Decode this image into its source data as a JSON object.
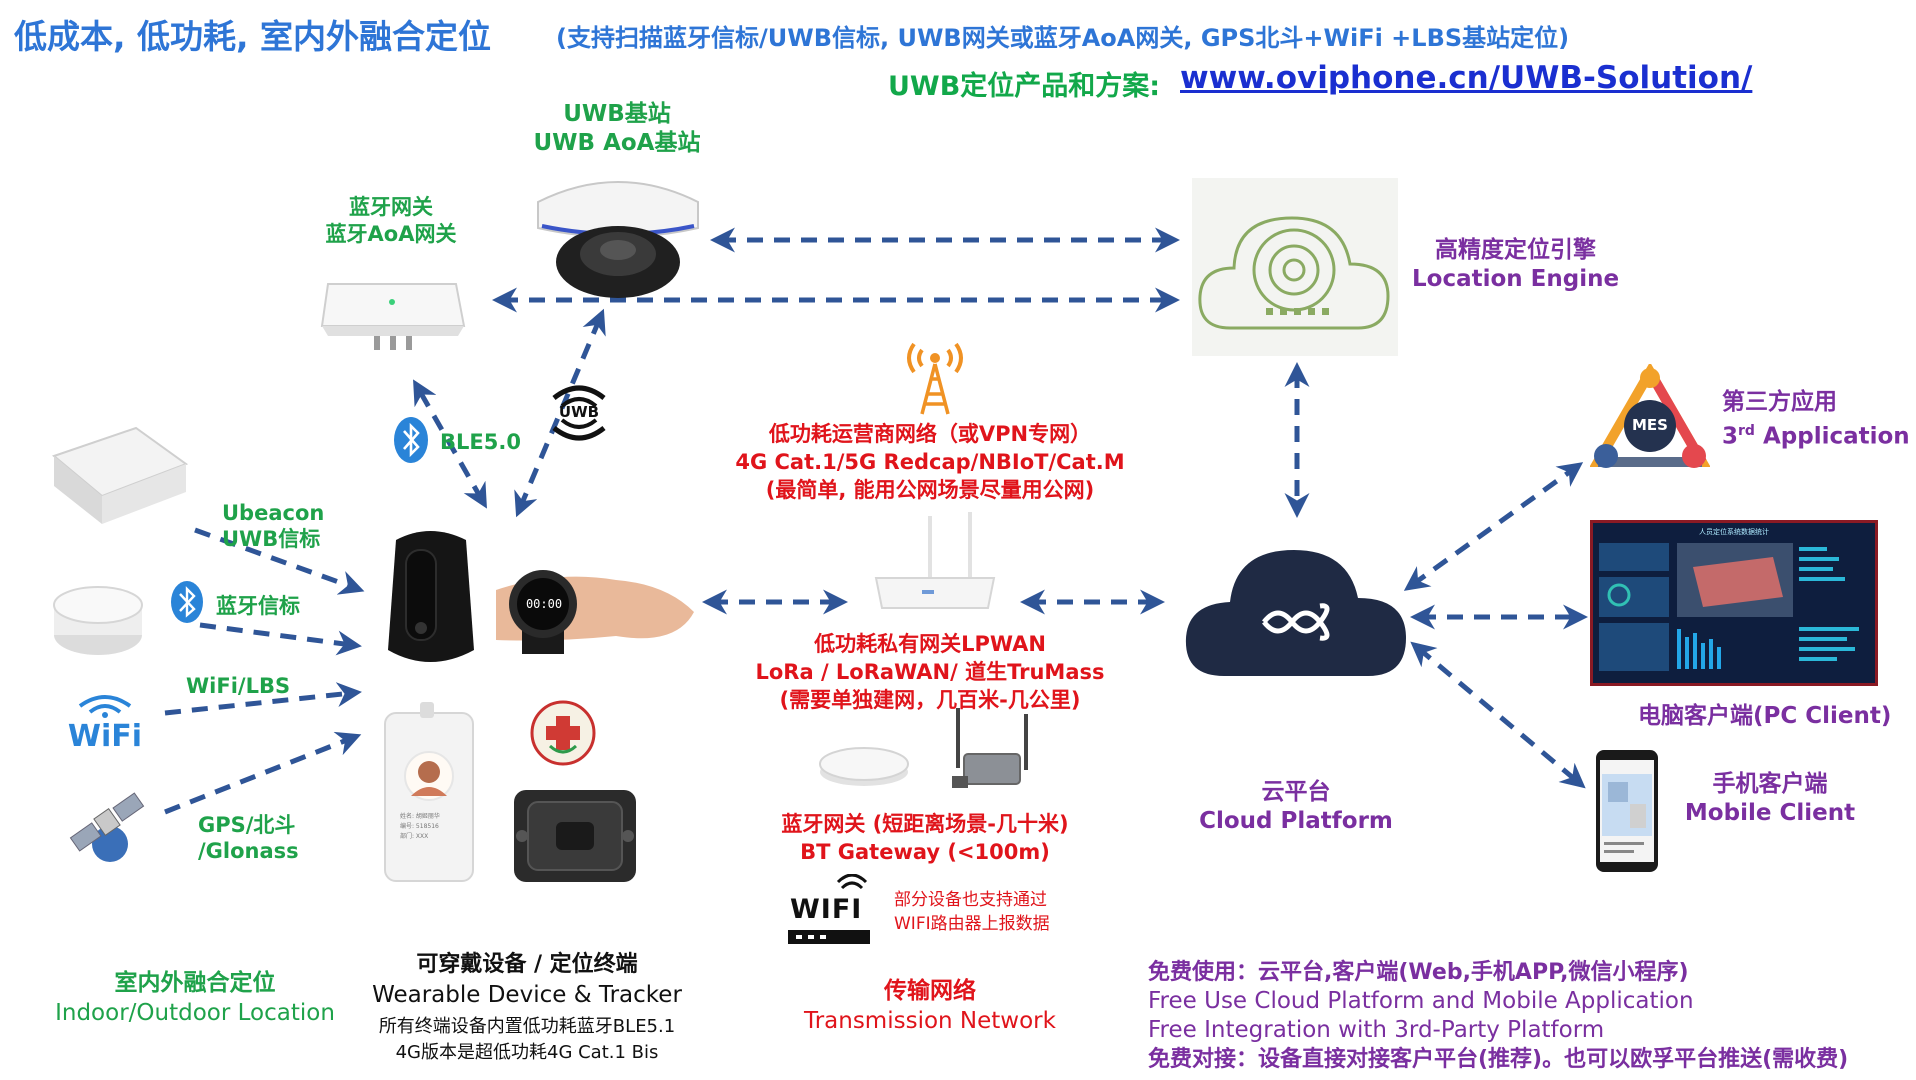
{
  "header": {
    "title": "低成本, 低功耗, 室内外融合定位",
    "subtitle": "(支持扫描蓝牙信标/UWB信标, UWB网关或蓝牙AoA网关, GPS北斗+WiFi +LBS基站定位)",
    "url_label": "UWB定位产品和方案:",
    "url": "www.oviphone.cn/UWB-Solution/"
  },
  "base_station": {
    "line1": "UWB基站",
    "line2": "UWB AoA基站"
  },
  "bt_gateway": {
    "line1": "蓝牙网关",
    "line2": "蓝牙AoA网关"
  },
  "location_engine": {
    "cn": "高精度定位引擎",
    "en": "Location Engine"
  },
  "ble_label": "BLE5.0",
  "uwb_badge": "UWB",
  "sources": {
    "ubeacon_line1": "Ubeacon",
    "ubeacon_line2": "UWB信标",
    "bt_beacon": "蓝牙信标",
    "wifi_lbs": "WiFi/LBS",
    "wifi_logo": "WiFi",
    "gps_line1": "GPS/北斗",
    "gps_line2": "/Glonass"
  },
  "carrier": {
    "line1": "低功耗运营商网络（或VPN专网）",
    "line2": "4G Cat.1/5G Redcap/NBIoT/Cat.M",
    "line3": "(最简单, 能用公网场景尽量用公网)"
  },
  "lpwan": {
    "line1": "低功耗私有网关LPWAN",
    "line2": "LoRa / LoRaWAN/ 道生TruMass",
    "line3": "(需要单独建网，几百米-几公里)"
  },
  "bt_gw2": {
    "line1": "蓝牙网关 (短距离场景-几十米)",
    "line2": "BT Gateway (<100m)"
  },
  "wifi_router": {
    "logo": "WIFI",
    "line1": "部分设备也支持通过",
    "line2": "WIFI路由器上报数据"
  },
  "cloud": {
    "cn": "云平台",
    "en": "Cloud Platform"
  },
  "third_party": {
    "cn": "第三方应用",
    "en_prefix": "3",
    "en_sup": "rd",
    "en_rest": " Application",
    "mes": "MES"
  },
  "pc_client": {
    "label": "电脑客户端(PC Client)",
    "screen_title": "人员定位系统数据统计"
  },
  "mobile_client": {
    "cn": "手机客户端",
    "en": "Mobile Client"
  },
  "watch_time": "00:00",
  "badge_text": {
    "line1": "姓名: 胡姬丽华",
    "line2": "编号: 518516",
    "line3": "部门: XXX"
  },
  "footer": {
    "indoor_cn": "室内外融合定位",
    "indoor_en": "Indoor/Outdoor Location",
    "wear_cn": "可穿戴设备 / 定位终端",
    "wear_en": "Wearable Device & Tracker",
    "wear_note1": "所有终端设备内置低功耗蓝牙BLE5.1",
    "wear_note2": "4G版本是超低功耗4G  Cat.1 Bis",
    "trans_cn": "传输网络",
    "trans_en": "Transmission Network",
    "free1": "免费使用：云平台,客户端(Web,手机APP,微信小程序)",
    "free2": "Free Use Cloud Platform and Mobile Application",
    "free3": "Free Integration with 3rd-Party Platform",
    "free4": "免费对接：设备直接对接客户平台(推荐)。也可以欧孚平台推送(需收费)"
  },
  "colors": {
    "title_blue": "#2e75d6",
    "green": "#1fa24a",
    "red": "#e0141b",
    "purple": "#7a2fa0",
    "arrow": "#2f5597",
    "link": "#1a2fd0"
  }
}
